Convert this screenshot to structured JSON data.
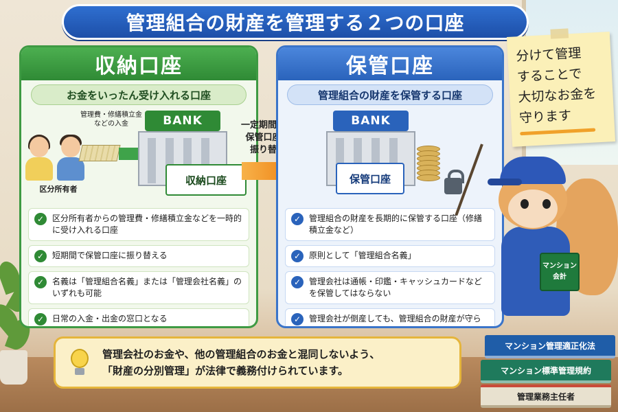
{
  "title": "管理組合の財産を管理する２つの口座",
  "note": {
    "lines": [
      "分けて管理",
      "することで",
      "大切なお金を",
      "守ります"
    ]
  },
  "transfer": {
    "lines": [
      "一定期間後に",
      "保管口座へ",
      "振り替え"
    ]
  },
  "left_panel": {
    "heading": "収納口座",
    "subheading": "お金をいったん受け入れる口座",
    "bank_sign": "BANK",
    "account_card": "収納口座",
    "money_label_lines": [
      "管理費・修繕積立金",
      "などの入金"
    ],
    "owner_label": "区分所有者",
    "items": [
      "区分所有者からの管理費・修繕積立金などを一時的に受け入れる口座",
      "短期間で保管口座に振り替える",
      "名義は「管理組合名義」または「管理会社名義」のいずれも可能",
      "日常の入金・出金の窓口となる"
    ]
  },
  "right_panel": {
    "heading": "保管口座",
    "subheading": "管理組合の財産を保管する口座",
    "bank_sign": "BANK",
    "account_card": "保管口座",
    "items": [
      "管理組合の財産を長期的に保管する口座（修繕積立金など）",
      "原則として「管理組合名義」",
      "管理会社は通帳・印鑑・キャッシュカードなどを保管してはならない",
      "管理会社が倒産しても、管理組合の財産が守られるようにする"
    ]
  },
  "tip": {
    "lines": [
      "管理会社のお金や、他の管理組合のお金と混同しないよう、",
      "「財産の分別管理」が法律で義務付けられています。"
    ]
  },
  "mascot": {
    "book_lines": [
      "マンション",
      "会計"
    ]
  },
  "books": [
    "マンション管理適正化法",
    "マンション標準管理規約",
    "管理業務主任者"
  ],
  "colors": {
    "green": "#2f8a35",
    "blue": "#2a63bb",
    "orange": "#f08a1c",
    "title_blue": "#1d4fa8"
  }
}
